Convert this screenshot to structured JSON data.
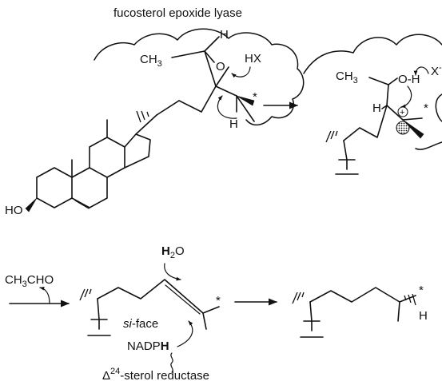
{
  "enzyme_title": "fucosterol epoxide lyase",
  "labels": {
    "ch3_left": "CH",
    "ch3_left_sub": "3",
    "ch3_right": "CH",
    "ch3_right_sub": "3",
    "h_epoxide": "H",
    "o_epoxide": "O",
    "hx": "HX",
    "h_left": "H",
    "h_intermediate": "H",
    "oh": "O-H",
    "x_minus": "X",
    "x_charge": "-",
    "plus": "+",
    "ho": "HO",
    "star": "*",
    "acetaldehyde": "CH",
    "acetaldehyde_sub": "3",
    "acetaldehyde_rest": "CHO",
    "water_h": "H",
    "water_sub": "2",
    "water_o": "O",
    "si_face_italic": "si",
    "si_face_rest": "-face",
    "nadph": "NADP",
    "nadph_h": "H",
    "reductase_delta": "Δ",
    "reductase_sup": "24",
    "reductase_rest": "-sterol reductase",
    "h_product": "H"
  }
}
